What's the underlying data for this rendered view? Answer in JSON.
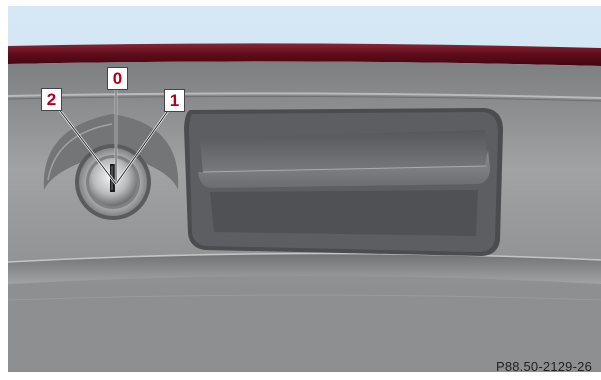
{
  "callouts": {
    "position_0": "0",
    "position_1": "1",
    "position_2": "2"
  },
  "figure_code": "P88.50-2129-26",
  "colors": {
    "sky": "#cfe3f2",
    "paint_red": "#6e1020",
    "panel_gray": "#8a8b8c",
    "callout_red": "#b4001c"
  }
}
